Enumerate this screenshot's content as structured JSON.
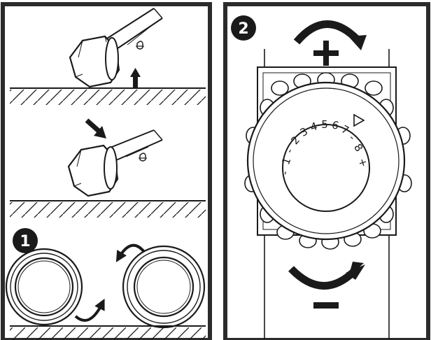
{
  "step_badges": {
    "step1": "1",
    "step2": "2"
  },
  "adjust_symbols": {
    "increase": "+",
    "decrease": "-"
  },
  "dial_scale": [
    "-",
    "1",
    "-",
    "2",
    "3",
    "4",
    "5",
    "6",
    "7",
    "-",
    "8",
    "+"
  ],
  "colors": {
    "frame_border": "#2b2b2b",
    "panel_fill": "#ffffff",
    "line_art": "#1a1a1a",
    "badge_fill": "#1a1a1a",
    "badge_text": "#ffffff"
  },
  "icons": {
    "clockwise_arrow": "clockwise-arrow-icon",
    "counterclockwise_arrow": "counterclockwise-arrow-icon",
    "plus": "plus-icon",
    "minus": "minus-icon",
    "push_arrow": "push-arrow-icon",
    "pull_arrow": "pull-arrow-icon"
  }
}
